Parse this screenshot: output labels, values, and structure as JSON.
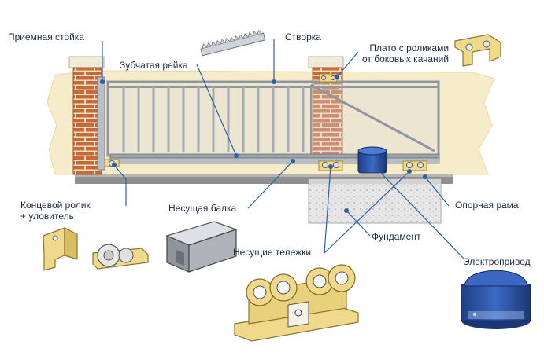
{
  "labels": {
    "receiving_post": "Приемная стойка",
    "gear_rack": "Зубчатая рейка",
    "gate_leaf": "Створка",
    "roller_plate": "Плато с роликами\nот боковых качаний",
    "end_roller": "Концевой ролик\n+ уловитель",
    "support_beam": "Несущая балка",
    "support_frame": "Опорная рама",
    "foundation": "Фундамент",
    "carriages": "Несущие тележки",
    "electric_drive": "Электропривод"
  },
  "colors": {
    "wall": "#f7ebc8",
    "brick": "#c9703d",
    "mortar": "#f3e3c4",
    "steel": "#cfd3d8",
    "steel_dark": "#8d949c",
    "concrete": "#e4e4e4",
    "ground": "#9a9a9a",
    "yellow_part": "#efd98a",
    "motor_blue": "#2c4f9c",
    "line": "#2d5fa8",
    "dot": "#2d5fa8"
  }
}
